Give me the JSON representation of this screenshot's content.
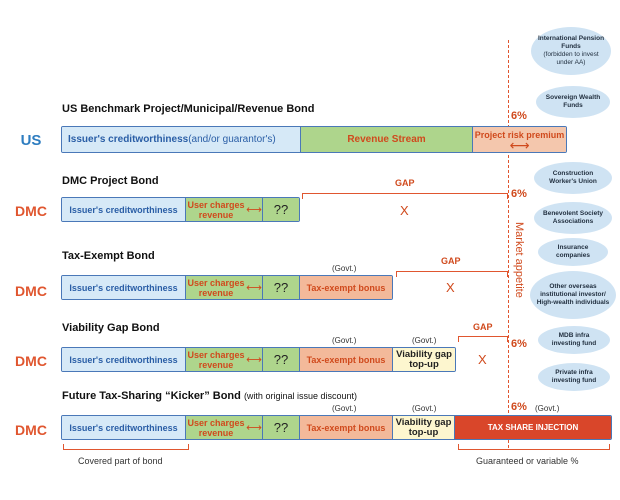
{
  "rows": {
    "us": {
      "title": "US Benchmark Project/Municipal/Revenue Bond",
      "label": "US",
      "credit_main": "Issuer's creditworthiness",
      "credit_sub": " (and/or guarantor's)",
      "revenue": "Revenue Stream",
      "risk": "Project risk premium",
      "rate": "6%"
    },
    "dmc_project": {
      "title": "DMC Project Bond",
      "label": "DMC",
      "credit": "Issuer's creditworthiness",
      "user_charges": "User charges revenue",
      "qq": "??",
      "gap": "GAP",
      "x": "X",
      "rate": "6%"
    },
    "tax_exempt": {
      "title": "Tax-Exempt Bond",
      "label": "DMC",
      "credit": "Issuer's creditworthiness",
      "user_charges": "User charges revenue",
      "qq": "??",
      "govt": "(Govt.)",
      "tax": "Tax-exempt bonus",
      "gap": "GAP",
      "x": "X"
    },
    "viability": {
      "title": "Viability Gap Bond",
      "label": "DMC",
      "credit": "Issuer's creditworthiness",
      "user_charges": "User charges revenue",
      "qq": "??",
      "govt1": "(Govt.)",
      "govt2": "(Govt.)",
      "tax": "Tax-exempt bonus",
      "viab": "Viability gap top-up",
      "gap": "GAP",
      "x": "X",
      "rate": "6%"
    },
    "kicker": {
      "title": "Future Tax-Sharing “Kicker” Bond",
      "title_sub": "(with original issue discount)",
      "label": "DMC",
      "credit": "Issuer's creditworthiness",
      "user_charges": "User charges revenue",
      "qq": "??",
      "govt1": "(Govt.)",
      "govt2": "(Govt.)",
      "govt3": "(Govt.)",
      "tax": "Tax-exempt bonus",
      "viab": "Viability gap top-up",
      "inject": "TAX SHARE INJECTION",
      "rate": "6%"
    }
  },
  "market_appetite": "Market appetite",
  "investors": [
    {
      "name": "International Pension Funds",
      "note": "(forbidden to invest under AA)"
    },
    {
      "name": "Sovereign Wealth Funds",
      "note": ""
    },
    {
      "name": "Construction Worker's Union",
      "note": ""
    },
    {
      "name": "Benevolent Society Associations",
      "note": ""
    },
    {
      "name": "Insurance companies",
      "note": ""
    },
    {
      "name": "Other overseas institutional investor/ High-wealth individuals",
      "note": ""
    },
    {
      "name": "MDB infra investing fund",
      "note": ""
    },
    {
      "name": "Private infra investing fund",
      "note": ""
    }
  ],
  "bottom": {
    "covered": "Covered part of bond",
    "guaranteed": "Guaranteed or variable %"
  },
  "arrow": "⟷",
  "arrow_small": "⟵",
  "arrow_small_r": "⟶",
  "colors": {
    "accent": "#e0562f",
    "us_blue": "#2e7dc0",
    "credit": "#d6e9f7",
    "revenue": "#aed58c",
    "tax": "#f3b99a",
    "viability": "#fdf6cf",
    "inject": "#d9462a"
  }
}
